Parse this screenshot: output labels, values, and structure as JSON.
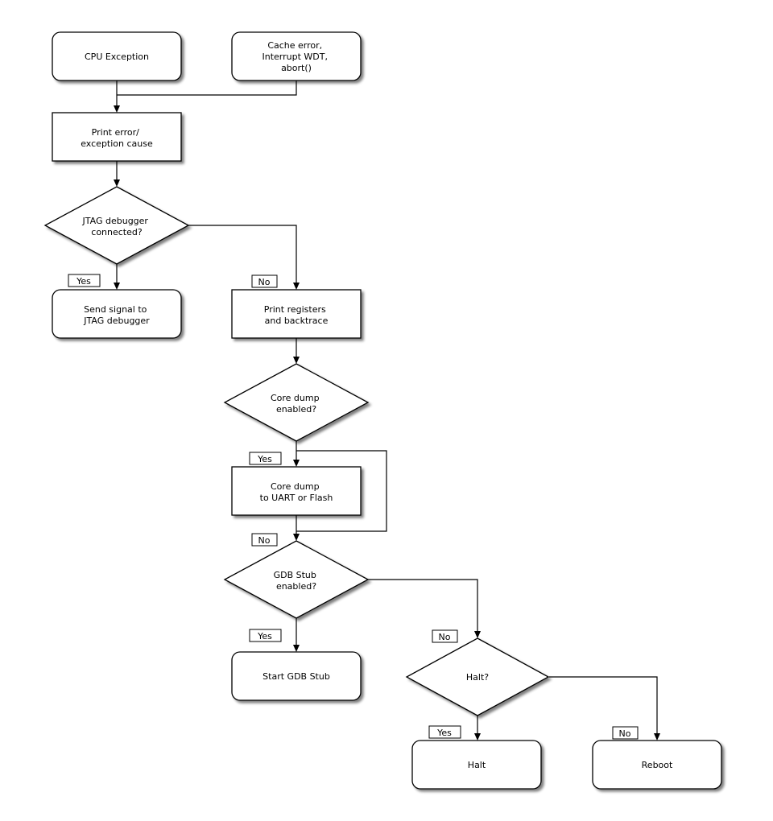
{
  "page": {
    "background": "#ffffff"
  },
  "diagram": {
    "type": "flowchart",
    "colors": {
      "node_fill": "#ffffff",
      "line": "#000000",
      "text": "#000000",
      "shadow": "#888888"
    },
    "nodes": {
      "cpu_exception": {
        "shape": "rounded-rect",
        "lines": [
          "CPU Exception"
        ]
      },
      "cache_error": {
        "shape": "rounded-rect",
        "lines": [
          "Cache error,",
          "Interrupt WDT,",
          "abort()"
        ]
      },
      "print_error": {
        "shape": "rect",
        "lines": [
          "Print error/",
          "exception cause"
        ]
      },
      "jtag_connected": {
        "shape": "diamond",
        "lines": [
          "JTAG debugger",
          "connected?"
        ]
      },
      "send_signal": {
        "shape": "rounded-rect",
        "lines": [
          "Send signal to",
          "JTAG debugger"
        ]
      },
      "print_registers": {
        "shape": "rect",
        "lines": [
          "Print registers",
          "and backtrace"
        ]
      },
      "core_dump_enabled": {
        "shape": "diamond",
        "lines": [
          "Core dump",
          "enabled?"
        ]
      },
      "core_dump": {
        "shape": "rect",
        "lines": [
          "Core dump",
          "to UART or Flash"
        ]
      },
      "gdb_stub_enabled": {
        "shape": "diamond",
        "lines": [
          "GDB Stub",
          "enabled?"
        ]
      },
      "start_gdb_stub": {
        "shape": "rounded-rect",
        "lines": [
          "Start GDB Stub"
        ]
      },
      "halt_decision": {
        "shape": "diamond",
        "lines": [
          "Halt?"
        ]
      },
      "halt": {
        "shape": "rounded-rect",
        "lines": [
          "Halt"
        ]
      },
      "reboot": {
        "shape": "rounded-rect",
        "lines": [
          "Reboot"
        ]
      }
    },
    "branch_labels": {
      "jtag_yes": "Yes",
      "jtag_no": "No",
      "core_dump_yes": "Yes",
      "core_dump_no": "No",
      "gdb_yes": "Yes",
      "gdb_no": "No",
      "halt_yes": "Yes",
      "halt_no": "No"
    },
    "edges": [
      {
        "from": "cpu_exception",
        "to": "print_error",
        "label": ""
      },
      {
        "from": "cache_error",
        "to": "print_error",
        "label": ""
      },
      {
        "from": "print_error",
        "to": "jtag_connected",
        "label": ""
      },
      {
        "from": "jtag_connected",
        "to": "send_signal",
        "label": "Yes"
      },
      {
        "from": "jtag_connected",
        "to": "print_registers",
        "label": "No"
      },
      {
        "from": "print_registers",
        "to": "core_dump_enabled",
        "label": ""
      },
      {
        "from": "core_dump_enabled",
        "to": "core_dump",
        "label": "Yes"
      },
      {
        "from": "core_dump_enabled",
        "to": "gdb_stub_enabled",
        "label": "No"
      },
      {
        "from": "core_dump",
        "to": "gdb_stub_enabled",
        "label": ""
      },
      {
        "from": "gdb_stub_enabled",
        "to": "start_gdb_stub",
        "label": "Yes"
      },
      {
        "from": "gdb_stub_enabled",
        "to": "halt_decision",
        "label": "No"
      },
      {
        "from": "halt_decision",
        "to": "halt",
        "label": "Yes"
      },
      {
        "from": "halt_decision",
        "to": "reboot",
        "label": "No"
      }
    ]
  }
}
